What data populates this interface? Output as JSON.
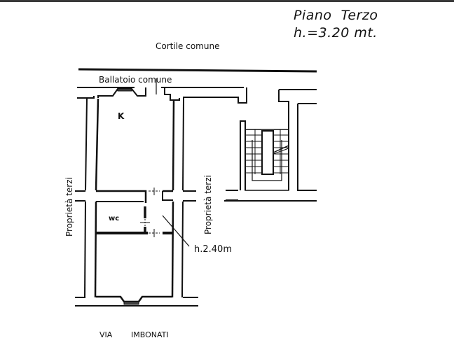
{
  "header": {
    "floor": "Piano  Terzo",
    "height": "h.=3.20 mt."
  },
  "labels": {
    "courtyard": "Cortile comune",
    "balcony": "Ballatoio comune",
    "kitchen": "K",
    "bathroom": "wc",
    "neighbor_left": "Proprietà terzi",
    "neighbor_right": "Proprietà terzi",
    "ceiling_height": "h.2.40m",
    "street_via": "VIA",
    "street_name": "IMBONATI"
  },
  "colors": {
    "line": "#111111",
    "background": "#ffffff",
    "top_bar": "#3a3a3a"
  }
}
